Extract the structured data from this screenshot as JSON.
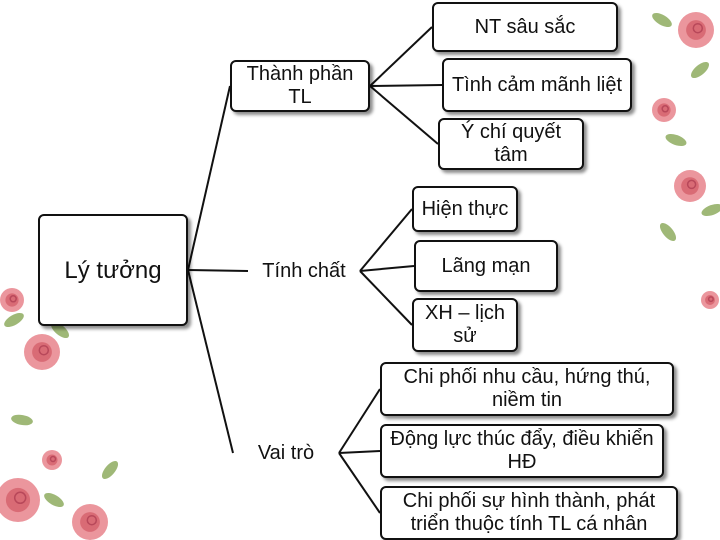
{
  "diagram": {
    "root": {
      "label": "Lý tưởng"
    },
    "branches": [
      {
        "label": "Thành phần TL",
        "children": [
          "NT sâu sắc",
          "Tình cảm mãnh liệt",
          "Ý chí quyết tâm"
        ]
      },
      {
        "label": "Tính chất",
        "children": [
          "Hiện thực",
          "Lãng mạn",
          "XH – lịch sử"
        ]
      },
      {
        "label": "Vai trò",
        "children": [
          "Chi phối nhu cầu, hứng thú, niềm tin",
          "Động lực thúc đẩy, điều khiển HĐ",
          "Chi phối sự hình thành, phát triển thuộc tính TL cá nhân"
        ]
      }
    ]
  },
  "colors": {
    "line": "#111111",
    "rose": "#e8848c",
    "leaf": "#7fa04a"
  }
}
